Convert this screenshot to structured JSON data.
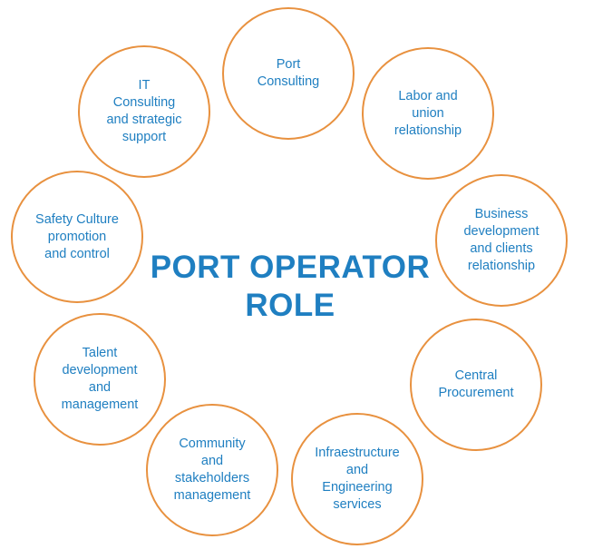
{
  "center_title": "PORT OPERATOR\nROLE",
  "nodes": [
    "Port\nConsulting",
    "Labor and\nunion\nrelationship",
    "Business\ndevelopment\nand clients\nrelationship",
    "Central\nProcurement",
    "Infraestructure\nand\nEngineering\nservices",
    "Community\nand\nstakeholders\nmanagement",
    "Talent\ndevelopment\nand\nmanagement",
    "Safety Culture\npromotion\nand control",
    "IT\nConsulting\nand strategic\nsupport"
  ],
  "colors": {
    "circle_border": "#e8913f",
    "text": "#1f7fc1"
  }
}
